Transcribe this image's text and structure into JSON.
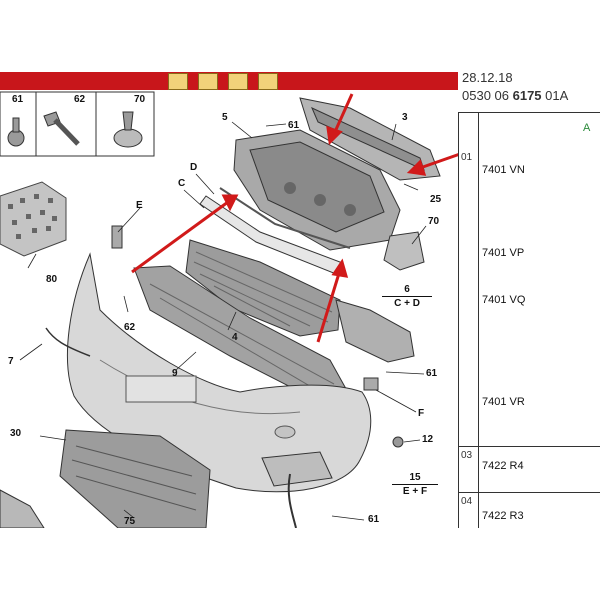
{
  "header": {
    "date": "28.12.18",
    "ref_prefix": "0530 06 ",
    "ref_bold": "6175",
    "ref_suffix": " 01A"
  },
  "table": {
    "green_letter": "A",
    "rows": [
      {
        "code": "01",
        "values": [
          "7401 VN",
          "7401 VP",
          "7401 VQ",
          "7401 VR"
        ]
      },
      {
        "code": "03",
        "values": [
          "7422 R4"
        ]
      },
      {
        "code": "04",
        "values": [
          "7422 R3"
        ]
      }
    ]
  },
  "diagram": {
    "part_numbers": [
      "61",
      "62",
      "70",
      "5",
      "61",
      "3",
      "D",
      "C",
      "25",
      "E",
      "70",
      "80",
      "6",
      "C + D",
      "62",
      "4",
      "7",
      "9",
      "61",
      "F",
      "30",
      "12",
      "15",
      "E + F",
      "75",
      "61"
    ]
  },
  "colors": {
    "toolbar": "#c8161b",
    "arrows": "#d11a1a",
    "bumper": "#d8d8d8",
    "part_gray": "#9a9a9a"
  }
}
